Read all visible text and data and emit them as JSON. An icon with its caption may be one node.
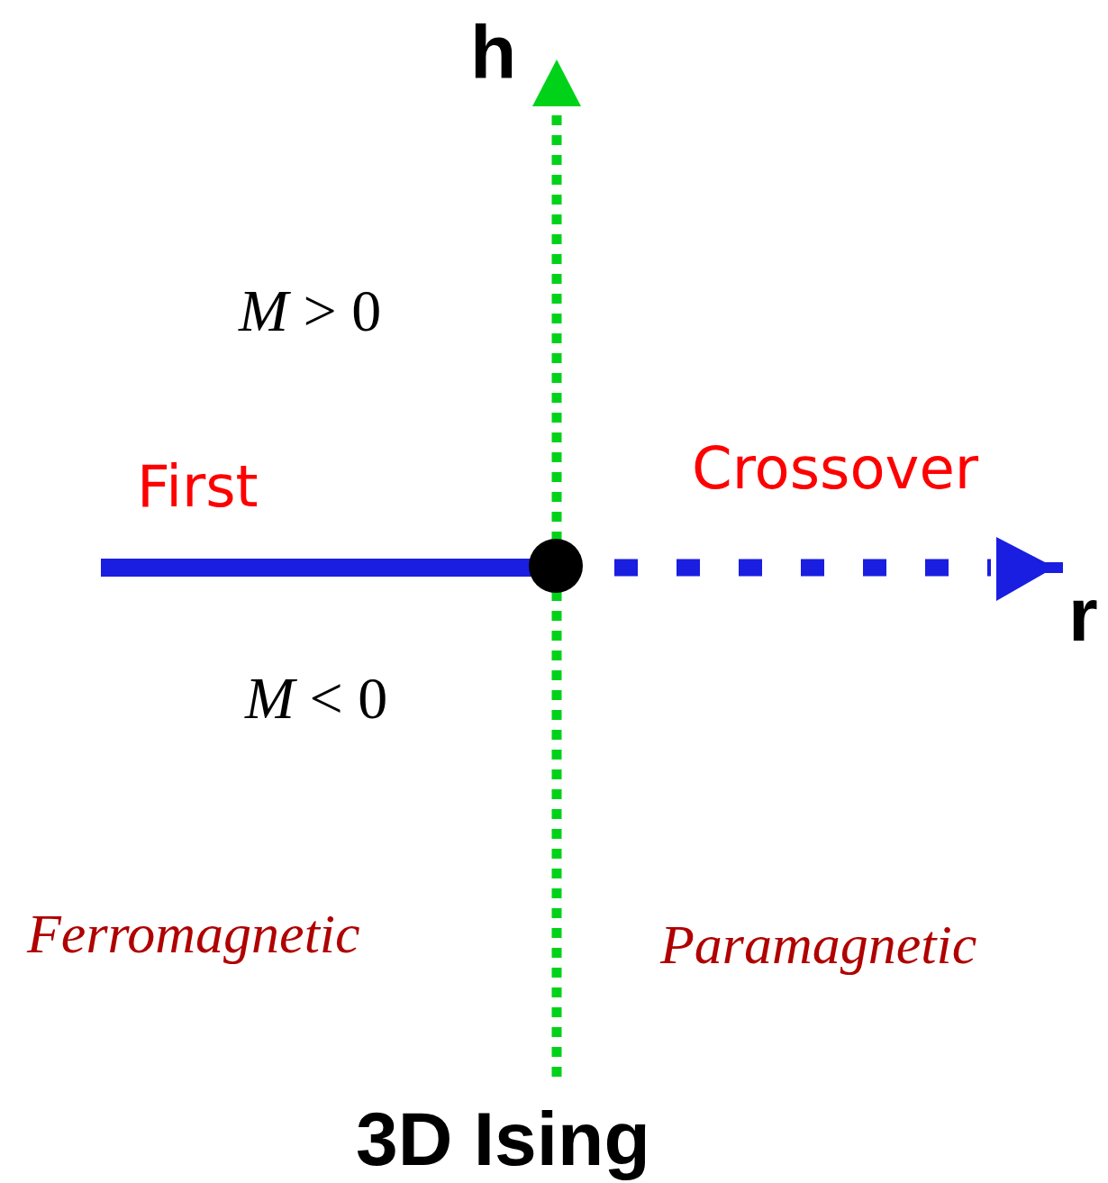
{
  "diagram": {
    "labels": [
      "h",
      "*M* > 0",
      "First",
      "Crossover",
      "r",
      "*M* < 0",
      "Ferromagnetic",
      "Paramagnetic",
      "3D Ising"
    ]
  }
}
